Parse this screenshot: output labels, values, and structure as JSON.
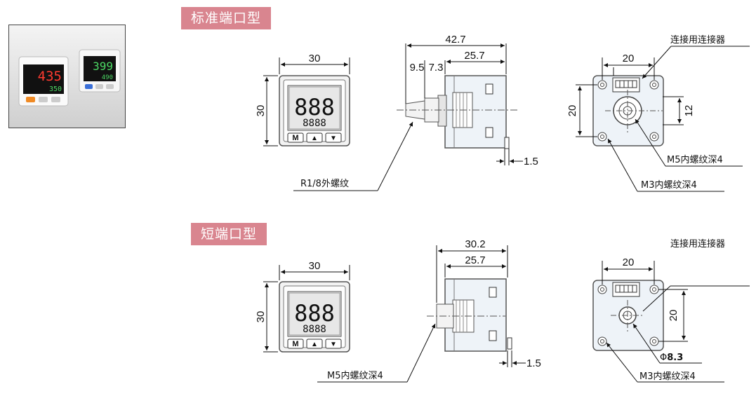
{
  "sections": {
    "standard_title": "标准端口型",
    "short_title": "短端口型"
  },
  "photo": {
    "display_left_main": "435",
    "display_left_sub": "350",
    "display_right_main": "399",
    "display_right_sub": "490"
  },
  "standard": {
    "front_width": "30",
    "front_height": "30",
    "side_total": "42.7",
    "side_port": "9.5",
    "side_hex": "7.3",
    "side_body": "25.7",
    "side_pin": "1.5",
    "thread_label": "R1/8外螺纹",
    "rear_connector": "连接用连接器",
    "rear_width": "20",
    "rear_height": "20",
    "rear_offset": "12",
    "rear_port_label": "M5内螺纹深4",
    "rear_mount_label": "M3内螺纹深4"
  },
  "short": {
    "front_width": "30",
    "front_height": "30",
    "side_total": "30.2",
    "side_body": "25.7",
    "side_pin": "1.5",
    "thread_label": "M5内螺纹深4",
    "rear_connector": "连接用连接器",
    "rear_width": "20",
    "rear_height": "20",
    "rear_port_phi": "Φ",
    "rear_port_dia": "8.3",
    "rear_mount_label": "M3内螺纹深4"
  },
  "buttons": {
    "mode": "M",
    "up": "▲",
    "down": "▼"
  },
  "digits": {
    "main": "888",
    "sub": "8888"
  }
}
